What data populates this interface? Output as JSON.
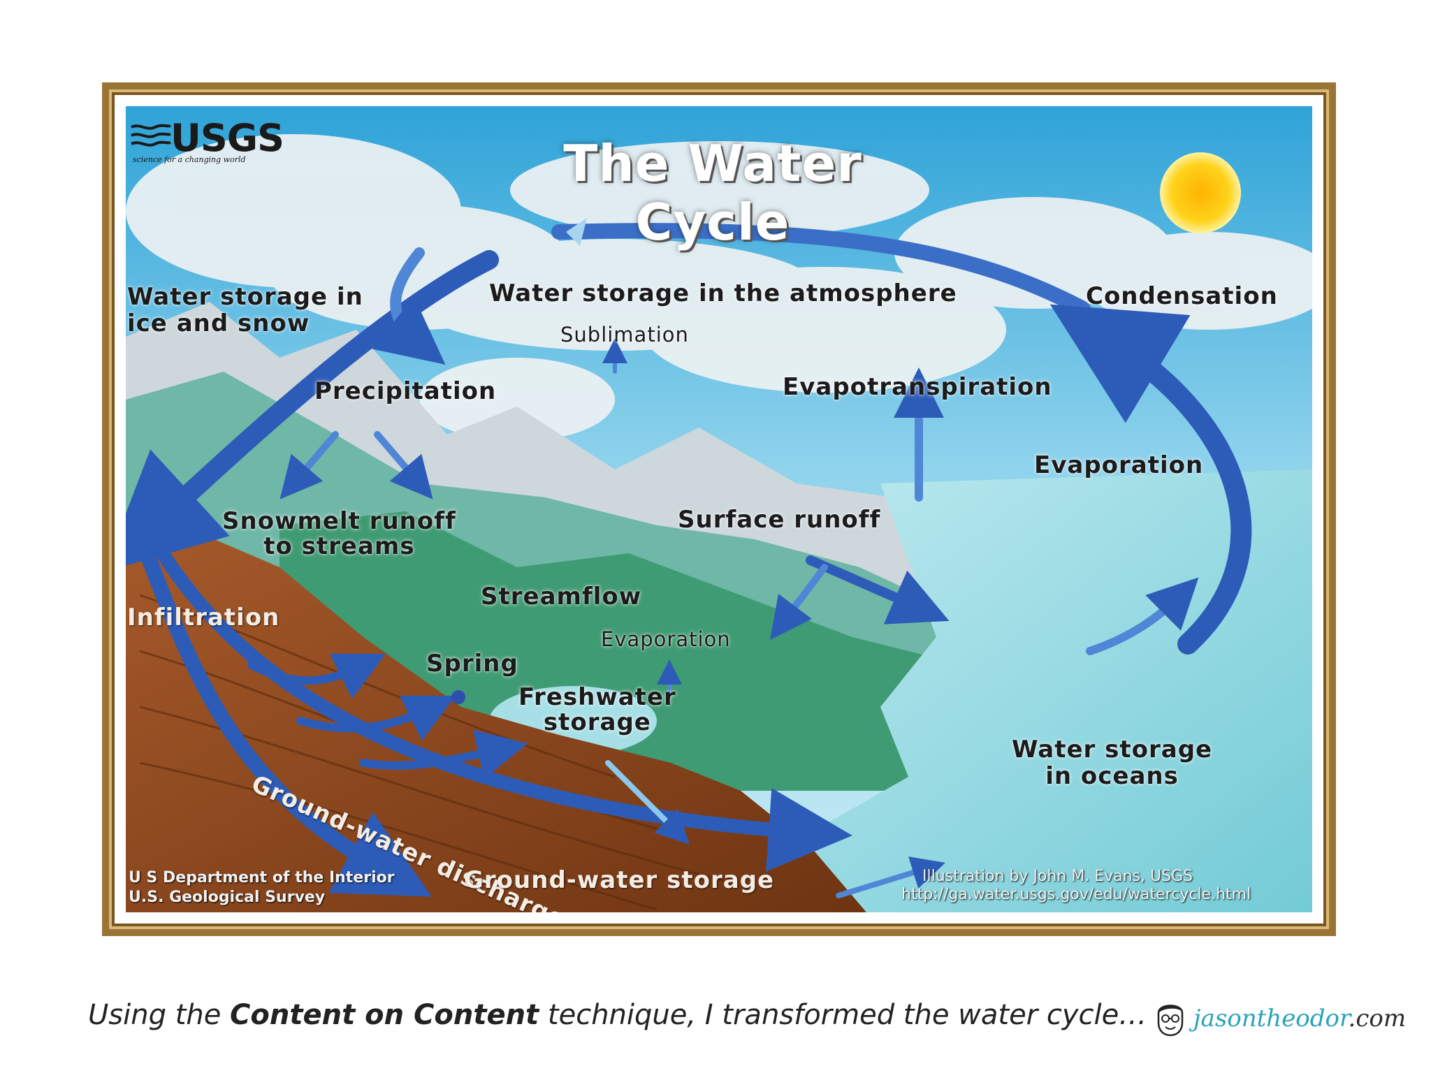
{
  "diagram": {
    "title": "The Water Cycle",
    "logo": {
      "name": "USGS",
      "tagline": "science for a changing world"
    },
    "labels": {
      "water_storage_ice": "Water storage in\nice and snow",
      "water_storage_atmosphere": "Water storage in the atmosphere",
      "condensation": "Condensation",
      "sublimation": "Sublimation",
      "precipitation": "Precipitation",
      "evapotranspiration": "Evapotranspiration",
      "evaporation_ocean": "Evaporation",
      "snowmelt_runoff": "Snowmelt runoff\nto streams",
      "surface_runoff": "Surface runoff",
      "streamflow": "Streamflow",
      "infiltration": "Infiltration",
      "evaporation_lake": "Evaporation",
      "spring": "Spring",
      "freshwater_storage": "Freshwater\nstorage",
      "water_storage_oceans": "Water storage\nin oceans",
      "groundwater_discharge": "Ground-water discharge",
      "groundwater_storage": "Ground-water storage"
    },
    "credits": {
      "department": "U S  Department of the Interior",
      "survey": "U.S. Geological Survey",
      "illustration": "Illustration by John M. Evans, USGS",
      "url": "http://ga.water.usgs.gov/edu/watercycle.html"
    },
    "colors": {
      "frame": "#9a7434",
      "arrow": "#2d5cb8",
      "arrow_light": "#a9d4f0",
      "sky": "#6fc4e2",
      "ocean": "#a7e1ea",
      "earth": "#8b4a22",
      "sun": "#ffd21a"
    }
  },
  "caption": {
    "prefix": "Using the ",
    "emphasis": "Content on Content",
    "suffix": " technique, I transformed the water cycle…"
  },
  "brand": {
    "name": "jasontheodor",
    "domain": ".com",
    "icon": "face-avatar-icon"
  }
}
